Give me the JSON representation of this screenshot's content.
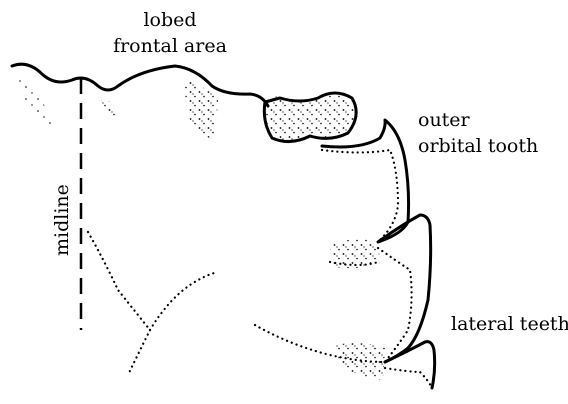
{
  "labels": {
    "lobed_frontal_area_line1": "lobed",
    "lobed_frontal_area_line2": "frontal area",
    "outer_orbital_tooth_line1": "outer",
    "outer_orbital_tooth_line2": "orbital tooth",
    "midline": "midline",
    "lateral_teeth": "lateral teeth"
  }
}
